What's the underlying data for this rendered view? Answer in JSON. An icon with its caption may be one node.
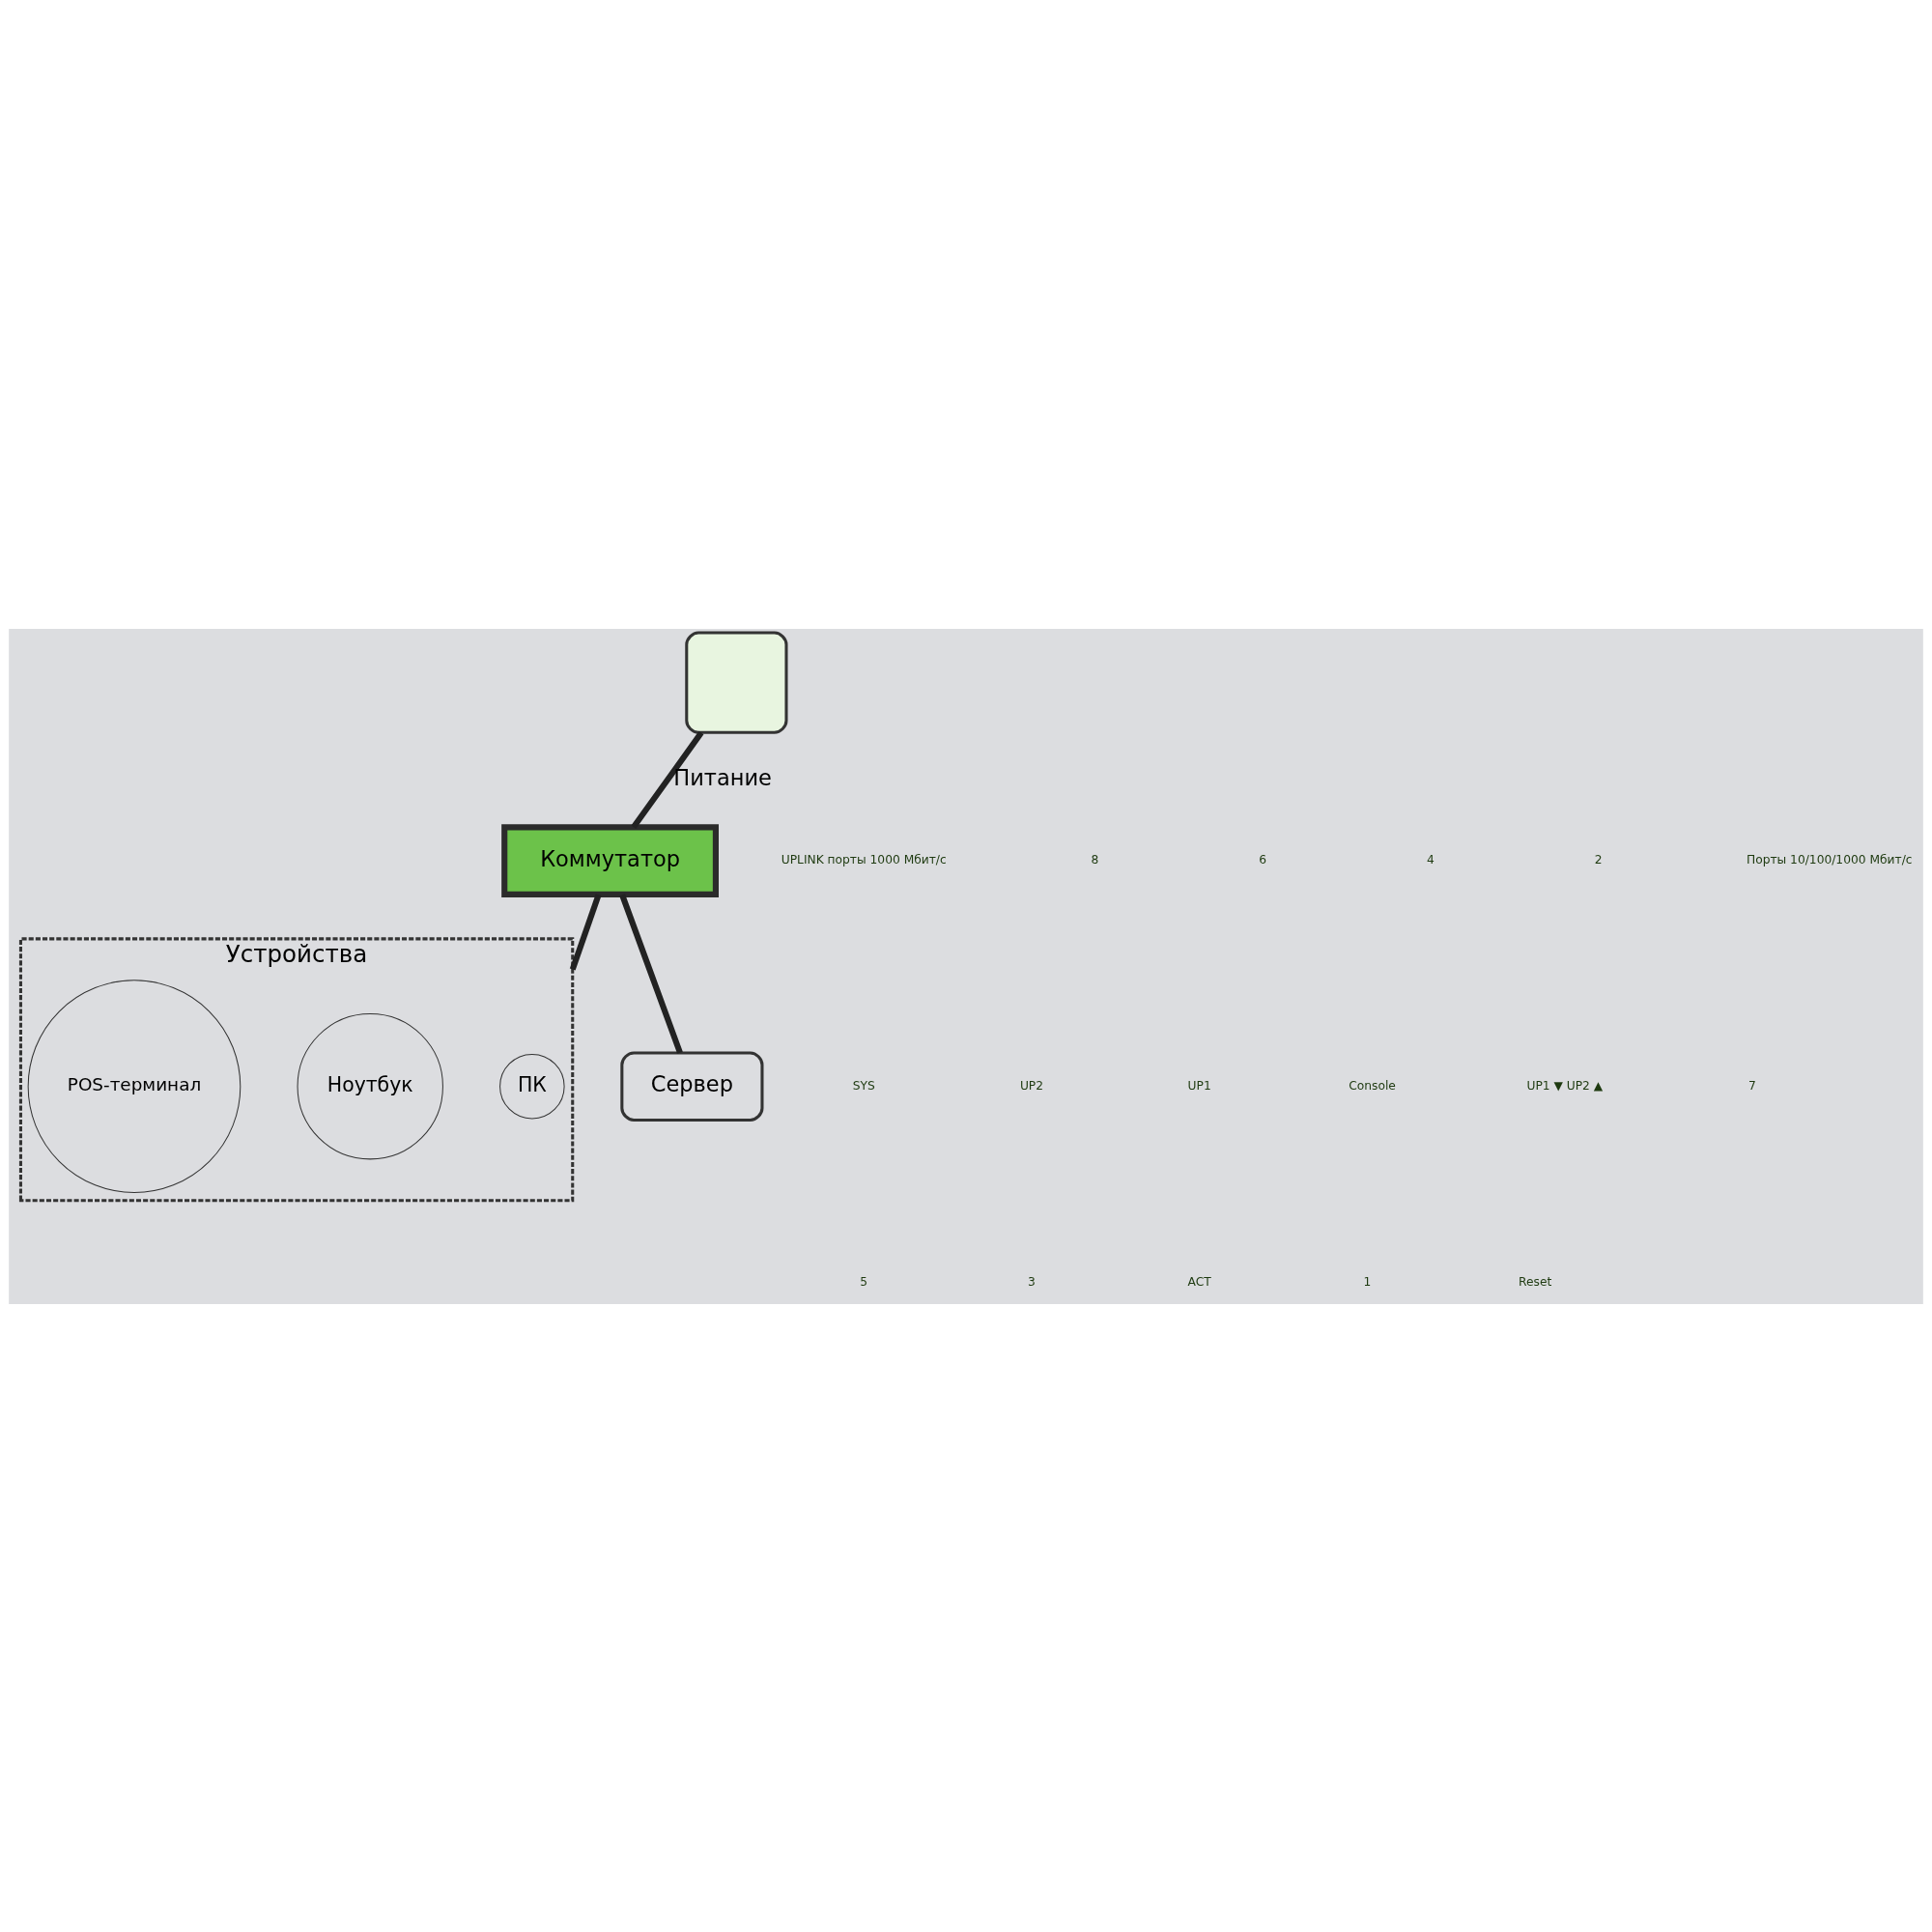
{
  "diagram": {
    "nodes": [
      {
        "text": [],
        "shape": "box"
      },
      {
        "text": [
          "Коммутатор"
        ]
      },
      {
        "text": [
          "Устройства"
        ]
      },
      {
        "text": [
          "ПК"
        ],
        "in": 2
      },
      {
        "text": [
          "Ноутбук"
        ],
        "in": 2
      },
      {
        "text": [
          "POS-терминал"
        ],
        "in": 2
      },
      {
        "text": [
          "Сервер"
        ]
      }
    ],
    "edges": [
      {
        "from": 0,
        "to": 1,
        "arrow": "none",
        "label": "Питание"
      },
      {
        "from": 1,
        "to": 2,
        "arrow": "none"
      },
      {
        "from": 1,
        "to": 6,
        "arrow": "none"
      }
    ],
    "labels": [
      "UPLINK порты 1000 Мбит/с",
      "8",
      "6",
      "4",
      "2",
      "Порты 10/100/1000 Мбит/с",
      "SYS",
      "UP2",
      "UP1",
      "Console",
      "UP1 ▼ UP2 ▲",
      "7",
      "5",
      "3",
      "ACT",
      "1",
      "Reset"
    ]
  }
}
